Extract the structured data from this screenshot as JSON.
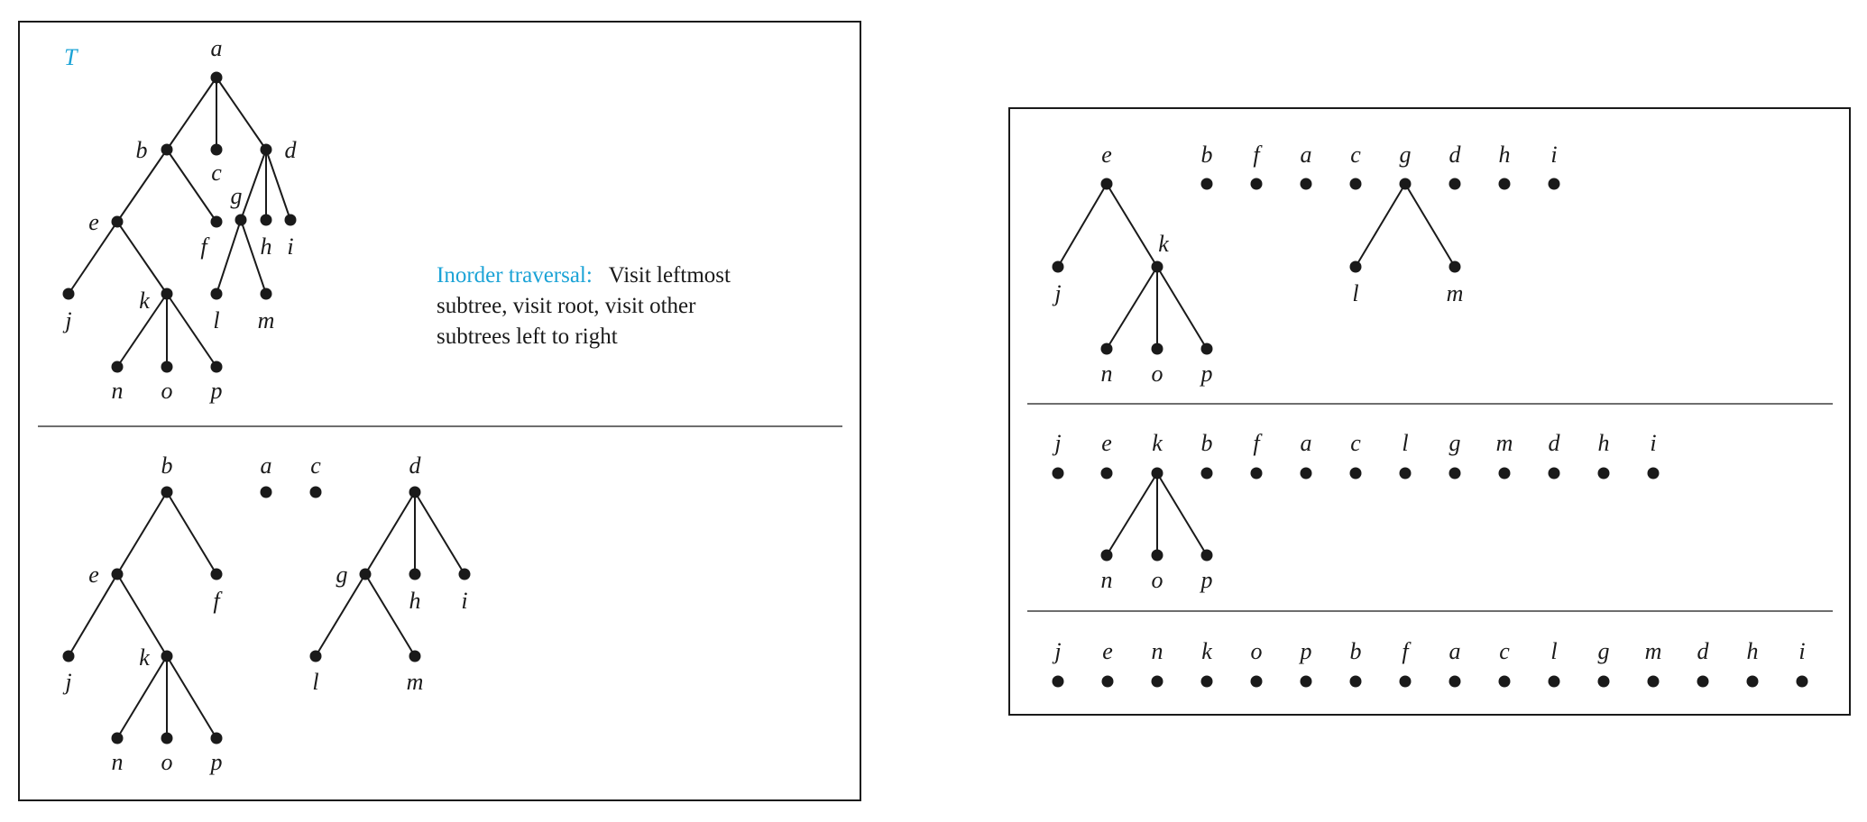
{
  "colors": {
    "accent": "#1ba3d6",
    "ink": "#1a1a1a",
    "rule": "#6e6e6e"
  },
  "tree_name": "T",
  "caption": {
    "heading": "Inorder traversal:",
    "line1": "Visit leftmost",
    "line2": "subtree, visit root, visit other",
    "line3": "subtrees left to right"
  },
  "stages": [
    {
      "id": "original",
      "nodes": [
        "a",
        "b",
        "c",
        "d",
        "e",
        "f",
        "g",
        "h",
        "i",
        "j",
        "k",
        "l",
        "m",
        "n",
        "o",
        "p"
      ],
      "edges": [
        [
          "a",
          "b"
        ],
        [
          "a",
          "c"
        ],
        [
          "a",
          "d"
        ],
        [
          "b",
          "e"
        ],
        [
          "b",
          "f"
        ],
        [
          "d",
          "g"
        ],
        [
          "d",
          "h"
        ],
        [
          "d",
          "i"
        ],
        [
          "e",
          "j"
        ],
        [
          "e",
          "k"
        ],
        [
          "g",
          "l"
        ],
        [
          "g",
          "m"
        ],
        [
          "k",
          "n"
        ],
        [
          "k",
          "o"
        ],
        [
          "k",
          "p"
        ]
      ]
    },
    {
      "id": "split-1",
      "nodes": [
        "b",
        "a",
        "c",
        "d",
        "e",
        "f",
        "g",
        "h",
        "i",
        "j",
        "k",
        "l",
        "m",
        "n",
        "o",
        "p"
      ],
      "edges": [
        [
          "b",
          "e"
        ],
        [
          "b",
          "f"
        ],
        [
          "d",
          "g"
        ],
        [
          "d",
          "h"
        ],
        [
          "d",
          "i"
        ],
        [
          "e",
          "j"
        ],
        [
          "e",
          "k"
        ],
        [
          "g",
          "l"
        ],
        [
          "g",
          "m"
        ],
        [
          "k",
          "n"
        ],
        [
          "k",
          "o"
        ],
        [
          "k",
          "p"
        ]
      ]
    },
    {
      "id": "split-2",
      "nodes": [
        "e",
        "b",
        "f",
        "a",
        "c",
        "g",
        "d",
        "h",
        "i",
        "j",
        "k",
        "l",
        "m",
        "n",
        "o",
        "p"
      ],
      "edges": [
        [
          "e",
          "j"
        ],
        [
          "e",
          "k"
        ],
        [
          "k",
          "n"
        ],
        [
          "k",
          "o"
        ],
        [
          "k",
          "p"
        ],
        [
          "g",
          "l"
        ],
        [
          "g",
          "m"
        ]
      ]
    },
    {
      "id": "split-3",
      "nodes": [
        "j",
        "e",
        "k",
        "b",
        "f",
        "a",
        "c",
        "l",
        "g",
        "m",
        "d",
        "h",
        "i",
        "n",
        "o",
        "p"
      ],
      "edges": [
        [
          "k",
          "n"
        ],
        [
          "k",
          "o"
        ],
        [
          "k",
          "p"
        ]
      ]
    },
    {
      "id": "final-order",
      "nodes": [
        "j",
        "e",
        "n",
        "k",
        "o",
        "p",
        "b",
        "f",
        "a",
        "c",
        "l",
        "g",
        "m",
        "d",
        "h",
        "i"
      ],
      "edges": []
    }
  ]
}
